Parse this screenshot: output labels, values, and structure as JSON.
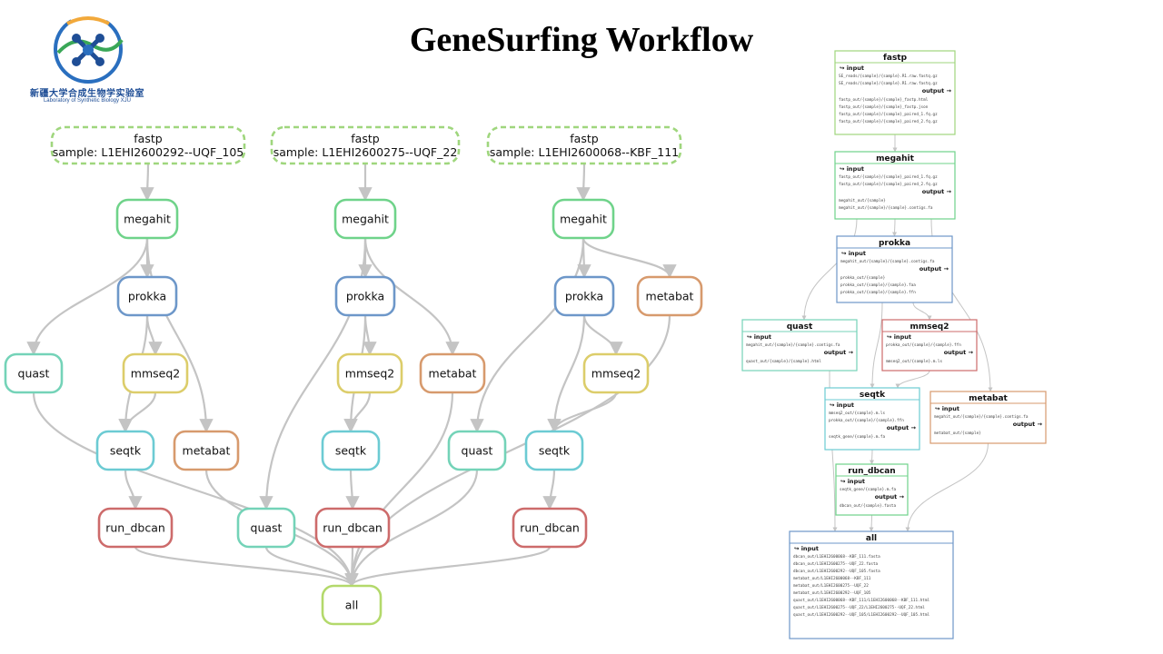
{
  "title": "GeneSurfing Workflow",
  "logo": {
    "cn_text": "新疆大学合成生物学实验室",
    "en_text": "Laboratory of Synthetic Biology XJU"
  },
  "colors": {
    "fastp": "#9fd67d",
    "megahit": "#6fd38a",
    "prokka": "#6d97c9",
    "mmseq2": "#dccd6a",
    "seqtk": "#6ccbd3",
    "metabat": "#d79a6d",
    "quast": "#74d3b8",
    "run_dbcan": "#cd6b6b",
    "all": "#b3d96b",
    "edge": "#c4c4c4"
  },
  "left_dag": {
    "nodes": [
      {
        "id": "fastp1",
        "rule": "fastp",
        "label": "fastp",
        "sample": "sample: L1EHI2600292--UQF_105"
      },
      {
        "id": "fastp2",
        "rule": "fastp",
        "label": "fastp",
        "sample": "sample: L1EHI2600275--UQF_22"
      },
      {
        "id": "fastp3",
        "rule": "fastp",
        "label": "fastp",
        "sample": "sample: L1EHI2600068--KBF_111"
      },
      {
        "id": "megahit1",
        "rule": "megahit",
        "label": "megahit"
      },
      {
        "id": "megahit2",
        "rule": "megahit",
        "label": "megahit"
      },
      {
        "id": "megahit3",
        "rule": "megahit",
        "label": "megahit"
      },
      {
        "id": "prokka1",
        "rule": "prokka",
        "label": "prokka"
      },
      {
        "id": "prokka2",
        "rule": "prokka",
        "label": "prokka"
      },
      {
        "id": "prokka3",
        "rule": "prokka",
        "label": "prokka"
      },
      {
        "id": "metabat3",
        "rule": "metabat",
        "label": "metabat"
      },
      {
        "id": "quast1",
        "rule": "quast",
        "label": "quast"
      },
      {
        "id": "mmseq2_1",
        "rule": "mmseq2",
        "label": "mmseq2"
      },
      {
        "id": "mmseq2_2",
        "rule": "mmseq2",
        "label": "mmseq2"
      },
      {
        "id": "metabat2",
        "rule": "metabat",
        "label": "metabat"
      },
      {
        "id": "mmseq2_3",
        "rule": "mmseq2",
        "label": "mmseq2"
      },
      {
        "id": "seqtk1",
        "rule": "seqtk",
        "label": "seqtk"
      },
      {
        "id": "metabat1",
        "rule": "metabat",
        "label": "metabat"
      },
      {
        "id": "seqtk2",
        "rule": "seqtk",
        "label": "seqtk"
      },
      {
        "id": "quast3",
        "rule": "quast",
        "label": "quast"
      },
      {
        "id": "seqtk3",
        "rule": "seqtk",
        "label": "seqtk"
      },
      {
        "id": "run_dbcan1",
        "rule": "run_dbcan",
        "label": "run_dbcan"
      },
      {
        "id": "quast2",
        "rule": "quast",
        "label": "quast"
      },
      {
        "id": "run_dbcan2",
        "rule": "run_dbcan",
        "label": "run_dbcan"
      },
      {
        "id": "run_dbcan3",
        "rule": "run_dbcan",
        "label": "run_dbcan"
      },
      {
        "id": "all",
        "rule": "all",
        "label": "all"
      }
    ],
    "edges": [
      [
        "fastp1",
        "megahit1"
      ],
      [
        "fastp2",
        "megahit2"
      ],
      [
        "fastp3",
        "megahit3"
      ],
      [
        "megahit1",
        "prokka1"
      ],
      [
        "megahit1",
        "quast1"
      ],
      [
        "megahit1",
        "metabat1"
      ],
      [
        "megahit2",
        "prokka2"
      ],
      [
        "megahit2",
        "metabat2"
      ],
      [
        "megahit2",
        "quast2"
      ],
      [
        "megahit3",
        "prokka3"
      ],
      [
        "megahit3",
        "metabat3"
      ],
      [
        "megahit3",
        "quast3"
      ],
      [
        "prokka1",
        "mmseq2_1"
      ],
      [
        "prokka1",
        "seqtk1"
      ],
      [
        "mmseq2_1",
        "seqtk1"
      ],
      [
        "prokka2",
        "mmseq2_2"
      ],
      [
        "prokka2",
        "seqtk2"
      ],
      [
        "mmseq2_2",
        "seqtk2"
      ],
      [
        "prokka3",
        "mmseq2_3"
      ],
      [
        "prokka3",
        "seqtk3"
      ],
      [
        "mmseq2_3",
        "seqtk3"
      ],
      [
        "seqtk1",
        "run_dbcan1"
      ],
      [
        "seqtk2",
        "run_dbcan2"
      ],
      [
        "seqtk3",
        "run_dbcan3"
      ],
      [
        "quast1",
        "all"
      ],
      [
        "metabat1",
        "all"
      ],
      [
        "run_dbcan1",
        "all"
      ],
      [
        "quast2",
        "all"
      ],
      [
        "run_dbcan2",
        "all"
      ],
      [
        "metabat2",
        "all"
      ],
      [
        "quast3",
        "all"
      ],
      [
        "run_dbcan3",
        "all"
      ],
      [
        "metabat3",
        "all"
      ]
    ]
  },
  "right_dag": {
    "input_label": "↪ input",
    "output_label": "output →",
    "nodes": [
      {
        "id": "fastp",
        "rule": "fastp",
        "title": "fastp",
        "inputs": [
          "SE_reads/{sample}/{sample}.R1.raw.fastq.gz",
          "SE_reads/{sample}/{sample}.R1.raw.fastq.gz"
        ],
        "outputs": [
          "fastp_out/{sample}/{sample}_fastp.html",
          "fastp_out/{sample}/{sample}_fastp.json",
          "fastp_out/{sample}/{sample}_paired_1.fq.gz",
          "fastp_out/{sample}/{sample}_paired_2.fq.gz"
        ]
      },
      {
        "id": "megahit",
        "rule": "megahit",
        "title": "megahit",
        "inputs": [
          "fastp_out/{sample}/{sample}_paired_1.fq.gz",
          "fastp_out/{sample}/{sample}_paired_2.fq.gz"
        ],
        "outputs": [
          "megahit_out/{sample}",
          "megahit_out/{sample}/{sample}.contigs.fa"
        ]
      },
      {
        "id": "prokka",
        "rule": "prokka",
        "title": "prokka",
        "inputs": [
          "megahit_out/{sample}/{sample}.contigs.fa"
        ],
        "outputs": [
          "prokka_out/{sample}",
          "prokka_out/{sample}/{sample}.faa",
          "prokka_out/{sample}/{sample}.ffn"
        ]
      },
      {
        "id": "quast",
        "rule": "quast",
        "title": "quast",
        "inputs": [
          "megahit_out/{sample}/{sample}.contigs.fa"
        ],
        "outputs": [
          "quast_out/{sample}/{sample}.html"
        ]
      },
      {
        "id": "mmseq2",
        "rule": "run_dbcan",
        "title": "mmseq2",
        "inputs": [
          "prokka_out/{sample}/{sample}.ffn"
        ],
        "outputs": [
          "mmseq2_out/{sample}.m.ls"
        ]
      },
      {
        "id": "seqtk",
        "rule": "seqtk",
        "title": "seqtk",
        "inputs": [
          "mmseq2_out/{sample}.m.ls",
          "prokka_out/{sample}/{sample}.ffn"
        ],
        "outputs": [
          "seqtk_gene/{sample}.m.fa"
        ]
      },
      {
        "id": "metabat",
        "rule": "metabat",
        "title": "metabat",
        "inputs": [
          "megahit_out/{sample}/{sample}.contigs.fa"
        ],
        "outputs": [
          "metabat_out/{sample}"
        ]
      },
      {
        "id": "run_dbcan",
        "rule": "megahit",
        "title": "run_dbcan",
        "inputs": [
          "seqtk_gene/{sample}.m.fa"
        ],
        "outputs": [
          "dbcan_out/{sample}.fasta"
        ]
      },
      {
        "id": "all",
        "rule": "prokka",
        "title": "all",
        "inputs": [
          "dbcan_out/L1EHI2600068--KBF_111.fasta",
          "dbcan_out/L1EHI2600275--UQF_22.fasta",
          "dbcan_out/L1EHI2600292--UQF_105.fasta",
          "metabat_out/L1EHI2600068--KBF_111",
          "metabat_out/L1EHI2600275--UQF_22",
          "metabat_out/L1EHI2600292--UQF_105",
          "quast_out/L1EHI2600068--KBF_111/L1EHI2600068--KBF_111.html",
          "quast_out/L1EHI2600275--UQF_22/L1EHI2600275--UQF_22.html",
          "quast_out/L1EHI2600292--UQF_105/L1EHI2600292--UQF_105.html"
        ],
        "outputs": []
      }
    ],
    "edges": [
      [
        "fastp",
        "megahit"
      ],
      [
        "megahit",
        "prokka"
      ],
      [
        "megahit",
        "quast"
      ],
      [
        "megahit",
        "metabat"
      ],
      [
        "prokka",
        "mmseq2"
      ],
      [
        "prokka",
        "seqtk"
      ],
      [
        "mmseq2",
        "seqtk"
      ],
      [
        "seqtk",
        "run_dbcan"
      ],
      [
        "quast",
        "all"
      ],
      [
        "metabat",
        "all"
      ],
      [
        "run_dbcan",
        "all"
      ]
    ]
  }
}
